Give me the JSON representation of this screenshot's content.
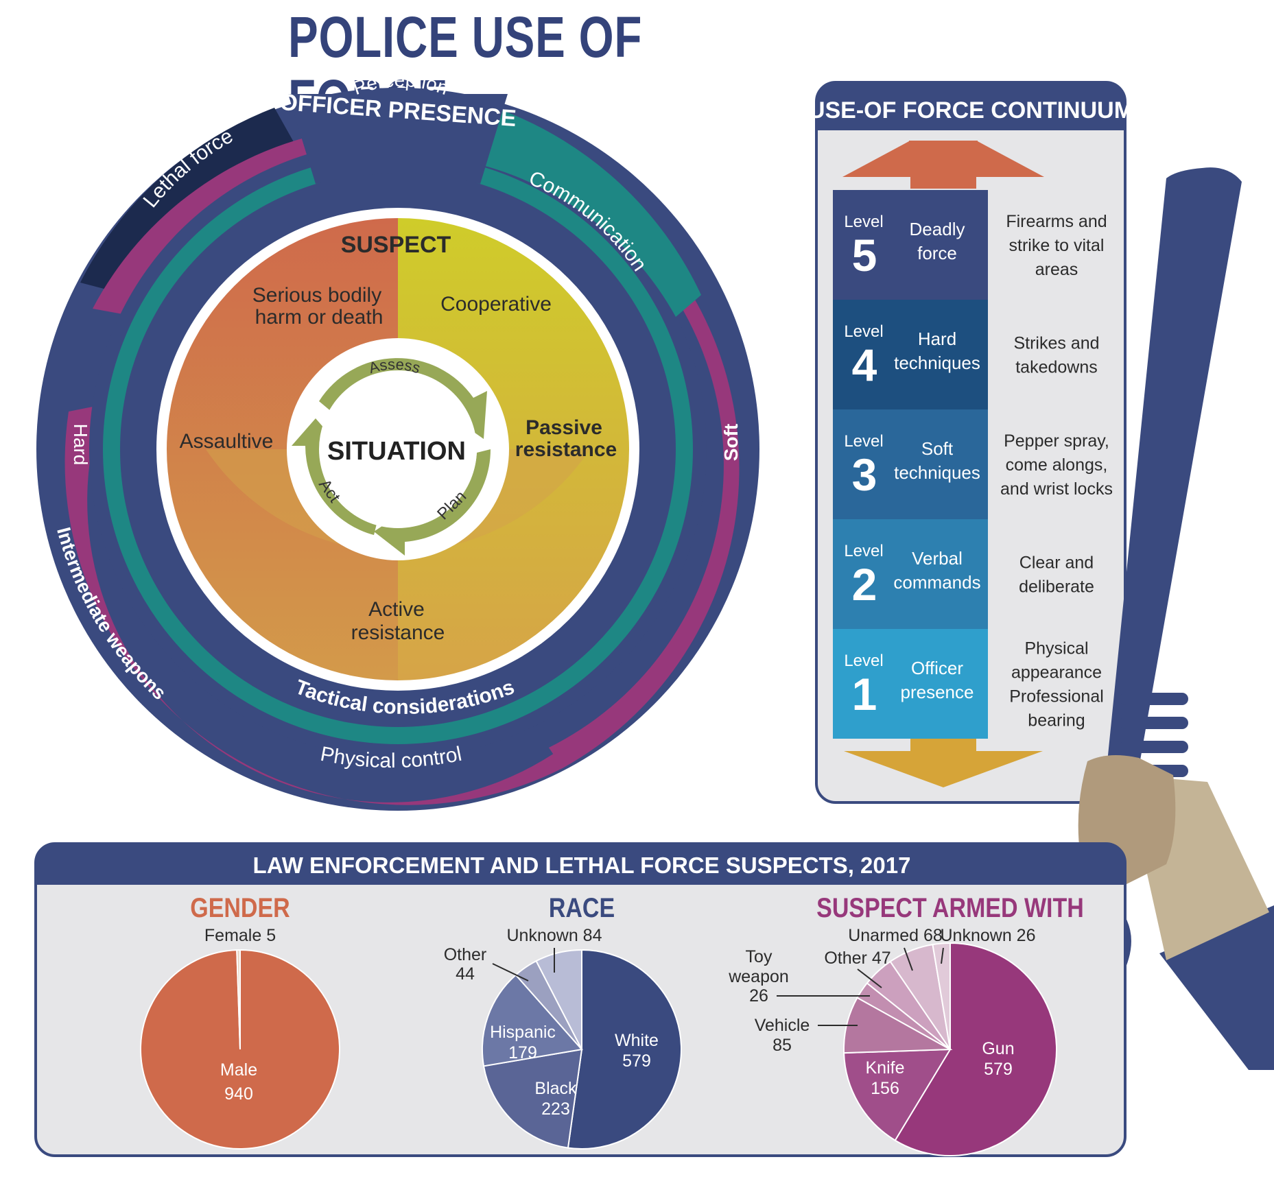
{
  "title": "POLICE USE OF FORCE",
  "colors": {
    "navy": "#3a4a7f",
    "dark_navy": "#1c2a4e",
    "teal": "#1e8784",
    "magenta": "#97387b",
    "orange": "#cf6a4b",
    "yellow": "#cfc928",
    "gold": "#d6a34a",
    "cycle_green": "#97a857",
    "panel_bg": "#e6e6e8",
    "skin": "#c4b496",
    "skin_dark": "#b09a7c"
  },
  "wheel": {
    "officer_presence": "OFFICER PRESENCE",
    "lethal_force": "Lethal force",
    "communication": "Communication",
    "perception": "Perception",
    "hard": "Hard",
    "soft": "Soft",
    "intermediate_weapons": "Intermediate weapons",
    "physical_control": "Physical control",
    "tactical_considerations": "Tactical considerations",
    "suspect": "SUSPECT",
    "serious_line1": "Serious bodily",
    "serious_line2": "harm or death",
    "cooperative": "Cooperative",
    "passive_line1": "Passive",
    "passive_line2": "resistance",
    "assaultive": "Assaultive",
    "active_line1": "Active",
    "active_line2": "resistance",
    "situation": "SITUATION",
    "assess": "Assess",
    "plan": "Plan",
    "act": "Act"
  },
  "continuum": {
    "title": "USE-OF FORCE CONTINUUM",
    "level_word": "Level",
    "levels": [
      {
        "num": "5",
        "name1": "Deadly",
        "name2": "force",
        "desc": [
          "Firearms and",
          "strike to vital",
          "areas"
        ],
        "color": "#3a4a7f"
      },
      {
        "num": "4",
        "name1": "Hard",
        "name2": "techniques",
        "desc": [
          "Strikes and",
          "takedowns"
        ],
        "color": "#1d4f7f"
      },
      {
        "num": "3",
        "name1": "Soft",
        "name2": "techniques",
        "desc": [
          "Pepper spray,",
          "come alongs,",
          "and wrist locks"
        ],
        "color": "#2a679a"
      },
      {
        "num": "2",
        "name1": "Verbal",
        "name2": "commands",
        "desc": [
          "Clear and",
          "deliberate"
        ],
        "color": "#2d80b0"
      },
      {
        "num": "1",
        "name1": "Officer",
        "name2": "presence",
        "desc": [
          "Physical",
          "appearance",
          "Professional",
          "bearing"
        ],
        "color": "#2f9fcc"
      }
    ]
  },
  "stats": {
    "title": "LAW ENFORCEMENT AND LETHAL FORCE SUSPECTS, 2017"
  },
  "chart_data": [
    {
      "type": "pie",
      "title": "GENDER",
      "categories": [
        "Male",
        "Female"
      ],
      "values": [
        940,
        5
      ],
      "colors": [
        "#cf6a4b",
        "#e8d8c8"
      ]
    },
    {
      "type": "pie",
      "title": "RACE",
      "categories": [
        "White",
        "Black",
        "Hispanic",
        "Other",
        "Unknown"
      ],
      "values": [
        579,
        223,
        179,
        44,
        84
      ],
      "colors": [
        "#3a4a7f",
        "#5a6596",
        "#6c78a6",
        "#9ba0c0",
        "#b8bcd6"
      ]
    },
    {
      "type": "pie",
      "title": "SUSPECT ARMED WITH",
      "categories": [
        "Gun",
        "Knife",
        "Vehicle",
        "Toy weapon",
        "Other",
        "Unarmed",
        "Unknown"
      ],
      "values": [
        579,
        156,
        85,
        26,
        47,
        68,
        26
      ],
      "colors": [
        "#97387b",
        "#a04e8a",
        "#b4779f",
        "#c28eb0",
        "#cca0be",
        "#d7b8cd",
        "#e1cad9"
      ]
    }
  ]
}
